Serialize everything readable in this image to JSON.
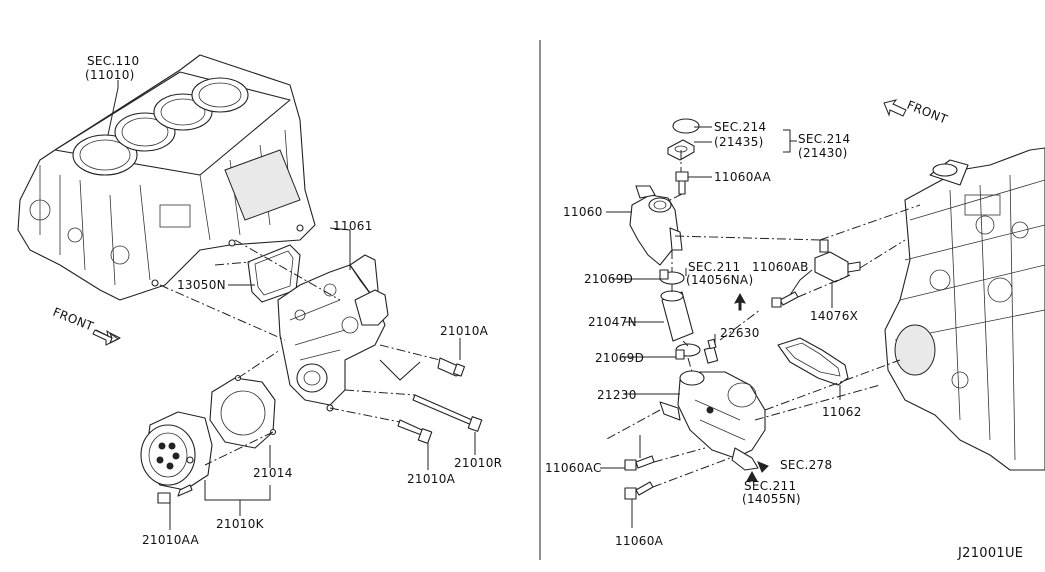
{
  "diagram_code": "J21001UE",
  "labels": {
    "sec110": "SEC.110",
    "sec110_ref": "(11010)",
    "front_left": "FRONT",
    "front_right": "FRONT",
    "p11061": "11061",
    "p13050N": "13050N",
    "p21010A_top": "21010A",
    "p21010A_bottom": "21010A",
    "p21010R": "21010R",
    "p21014": "21014",
    "p21010K": "21010K",
    "p21010AA": "21010AA",
    "sec214_a": "SEC.214",
    "sec214_a_ref": "(21435)",
    "sec214_b": "SEC.214",
    "sec214_b_ref": "(21430)",
    "p11060AA": "11060AA",
    "p11060": "11060",
    "p21069D_top": "21069D",
    "sec211_a": "SEC.211",
    "sec211_a_ref": "(14056NA)",
    "p11060AB": "11060AB",
    "p14076X": "14076X",
    "p21047N": "21047N",
    "p22630": "22630",
    "p21069D_bottom": "21069D",
    "p21230": "21230",
    "p11062": "11062",
    "p11060AC": "11060AC",
    "sec278": "SEC.278",
    "sec211_b": "SEC.211",
    "sec211_b_ref": "(14055N)",
    "p11060A": "11060A"
  }
}
